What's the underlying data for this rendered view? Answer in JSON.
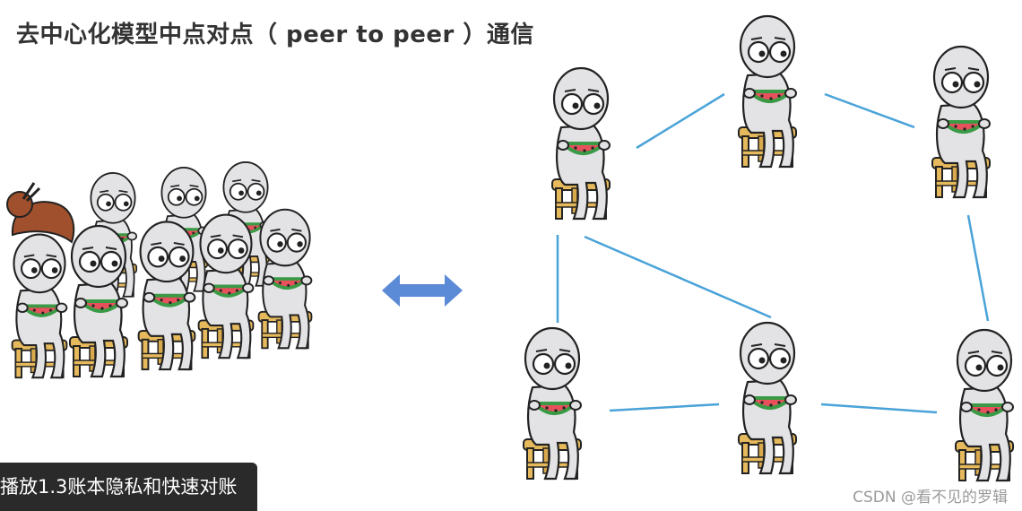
{
  "title": "去中心化模型中点对点（ peer to peer ）通信",
  "caption": "播放1.3账本隐私和快速对账",
  "watermark": "CSDN @看不见的罗辑",
  "colors": {
    "connection_line": "#4aa3d8",
    "arrow": "#5b8ad6",
    "person": "#e3e3e6",
    "stool": "#e6b95c",
    "melon_rind": "#3a9a45",
    "melon_flesh": "#e8505b"
  },
  "icons": [
    "double-headed-arrow-icon",
    "person-with-watermelon-icon",
    "girl-with-bun-icon"
  ]
}
